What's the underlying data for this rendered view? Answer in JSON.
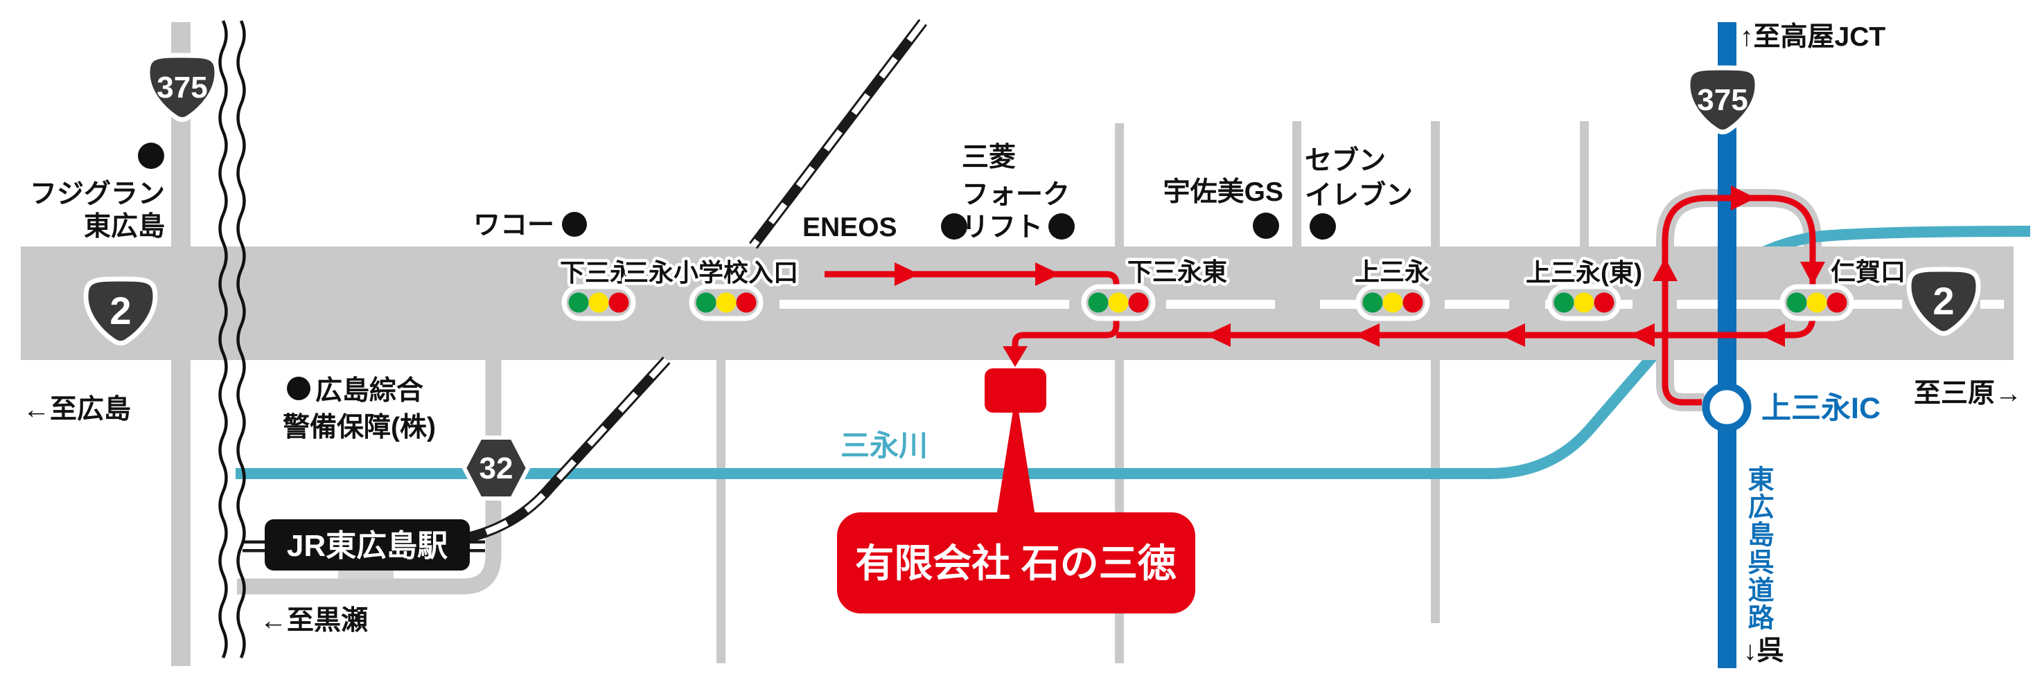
{
  "map": {
    "destination_callout": "有限会社 石の三徳",
    "station_label": "JR東広島駅",
    "river_label": "三永川",
    "expressway_label": "東広島呉道路",
    "interchange_label": "上三永IC",
    "route_shields": {
      "national_375_top_left": "375",
      "national_2_left": "2",
      "national_375_right": "375",
      "national_2_right": "2",
      "prefectural_32": "32"
    },
    "signals": {
      "shimo_minaga": "下三永",
      "minaga_elementary": "三永小学校入口",
      "shimo_minaga_higashi": "下三永東",
      "kami_minaga": "上三永",
      "kami_minaga_higashi": "上三永(東)",
      "nikaguchi": "仁賀口"
    },
    "pois": {
      "fujigran_line1": "フジグラン",
      "fujigran_line2": "東広島",
      "wako": "ワコー",
      "eneos": "ENEOS",
      "mitsubishi_line1": "三菱",
      "mitsubishi_line2": "フォーク",
      "mitsubishi_line3": "リフト",
      "usami_gs": "宇佐美GS",
      "seven_line1": "セブン",
      "seven_line2": "イレブン",
      "keibi_line1": "広島綜合",
      "keibi_line2": "警備保障(株)"
    },
    "directions": {
      "hiroshima": "←至広島",
      "kurose": "←至黒瀬",
      "mihara": "至三原→",
      "takaya_jct": "↑至高屋JCT",
      "kure": "↓呉"
    },
    "colors": {
      "road_gray": "#c9c9ca",
      "route_red": "#e50012",
      "river_cyan": "#49aec5",
      "expressway_blue": "#0d6fb8",
      "rail_black": "#1a1a1a",
      "shield_dark": "#39393a",
      "signal_green": "#0a9b48",
      "signal_yellow": "#ffe400",
      "signal_red": "#e50012"
    }
  }
}
